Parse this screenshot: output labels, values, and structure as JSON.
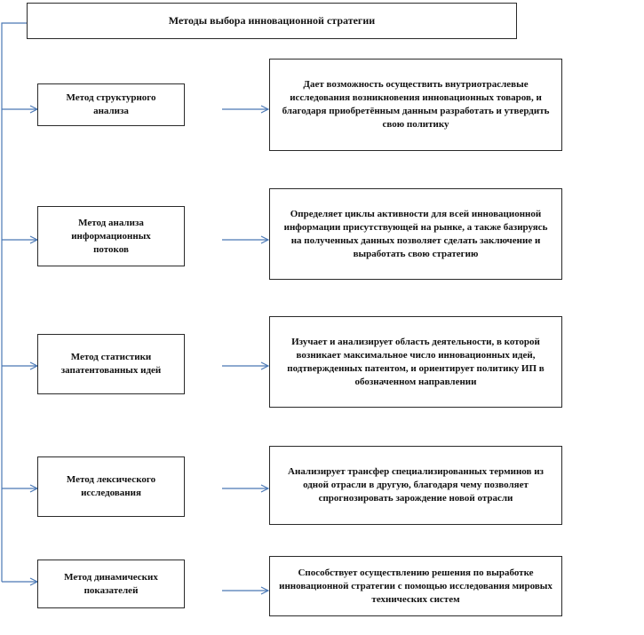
{
  "title": "Методы выбора инновационной стратегии",
  "methods": [
    {
      "name": "Метод структурного анализа",
      "description": "Дает возможность осуществить внутриотраслевые исследования возникновения инновационных товаров, и благодаря приобретённым данным разработать и утвердить свою политику"
    },
    {
      "name": "Метод анализа информационных потоков",
      "description": "Определяет циклы активности для всей инновационной информации присутствующей на рынке, а также базируясь на полученных данных позволяет сделать заключение и выработать свою стратегию"
    },
    {
      "name": "Метод статистики запатентованных идей",
      "description": "Изучает и анализирует область деятельности, в которой возникает максимальное число инновационных идей, подтвержденных патентом, и ориентирует политику ИП в обозначенном направлении"
    },
    {
      "name": "Метод лексического исследования",
      "description": "Анализирует трансфер специализированных терминов из одной отрасли в другую, благодаря чему позволяет спрогнозировать зарождение новой отрасли"
    },
    {
      "name": "Метод динамических показателей",
      "description": "Способствует осуществлению решения по выработке инновационной стратегии с помощью исследования мировых технических систем"
    }
  ],
  "colors": {
    "connector": "#4a78b5",
    "border": "#2a2a2a"
  }
}
